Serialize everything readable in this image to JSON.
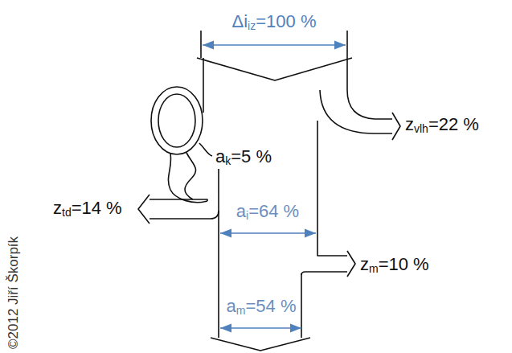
{
  "diagram": {
    "labels": [
      "Δiiz=100 %",
      "zvlh=22 %",
      "ak=5 %",
      "ztd=14 %",
      "ai=64 %",
      "zm=10 %",
      "am=54 %",
      "©2012 Jiří Škorpík"
    ]
  }
}
